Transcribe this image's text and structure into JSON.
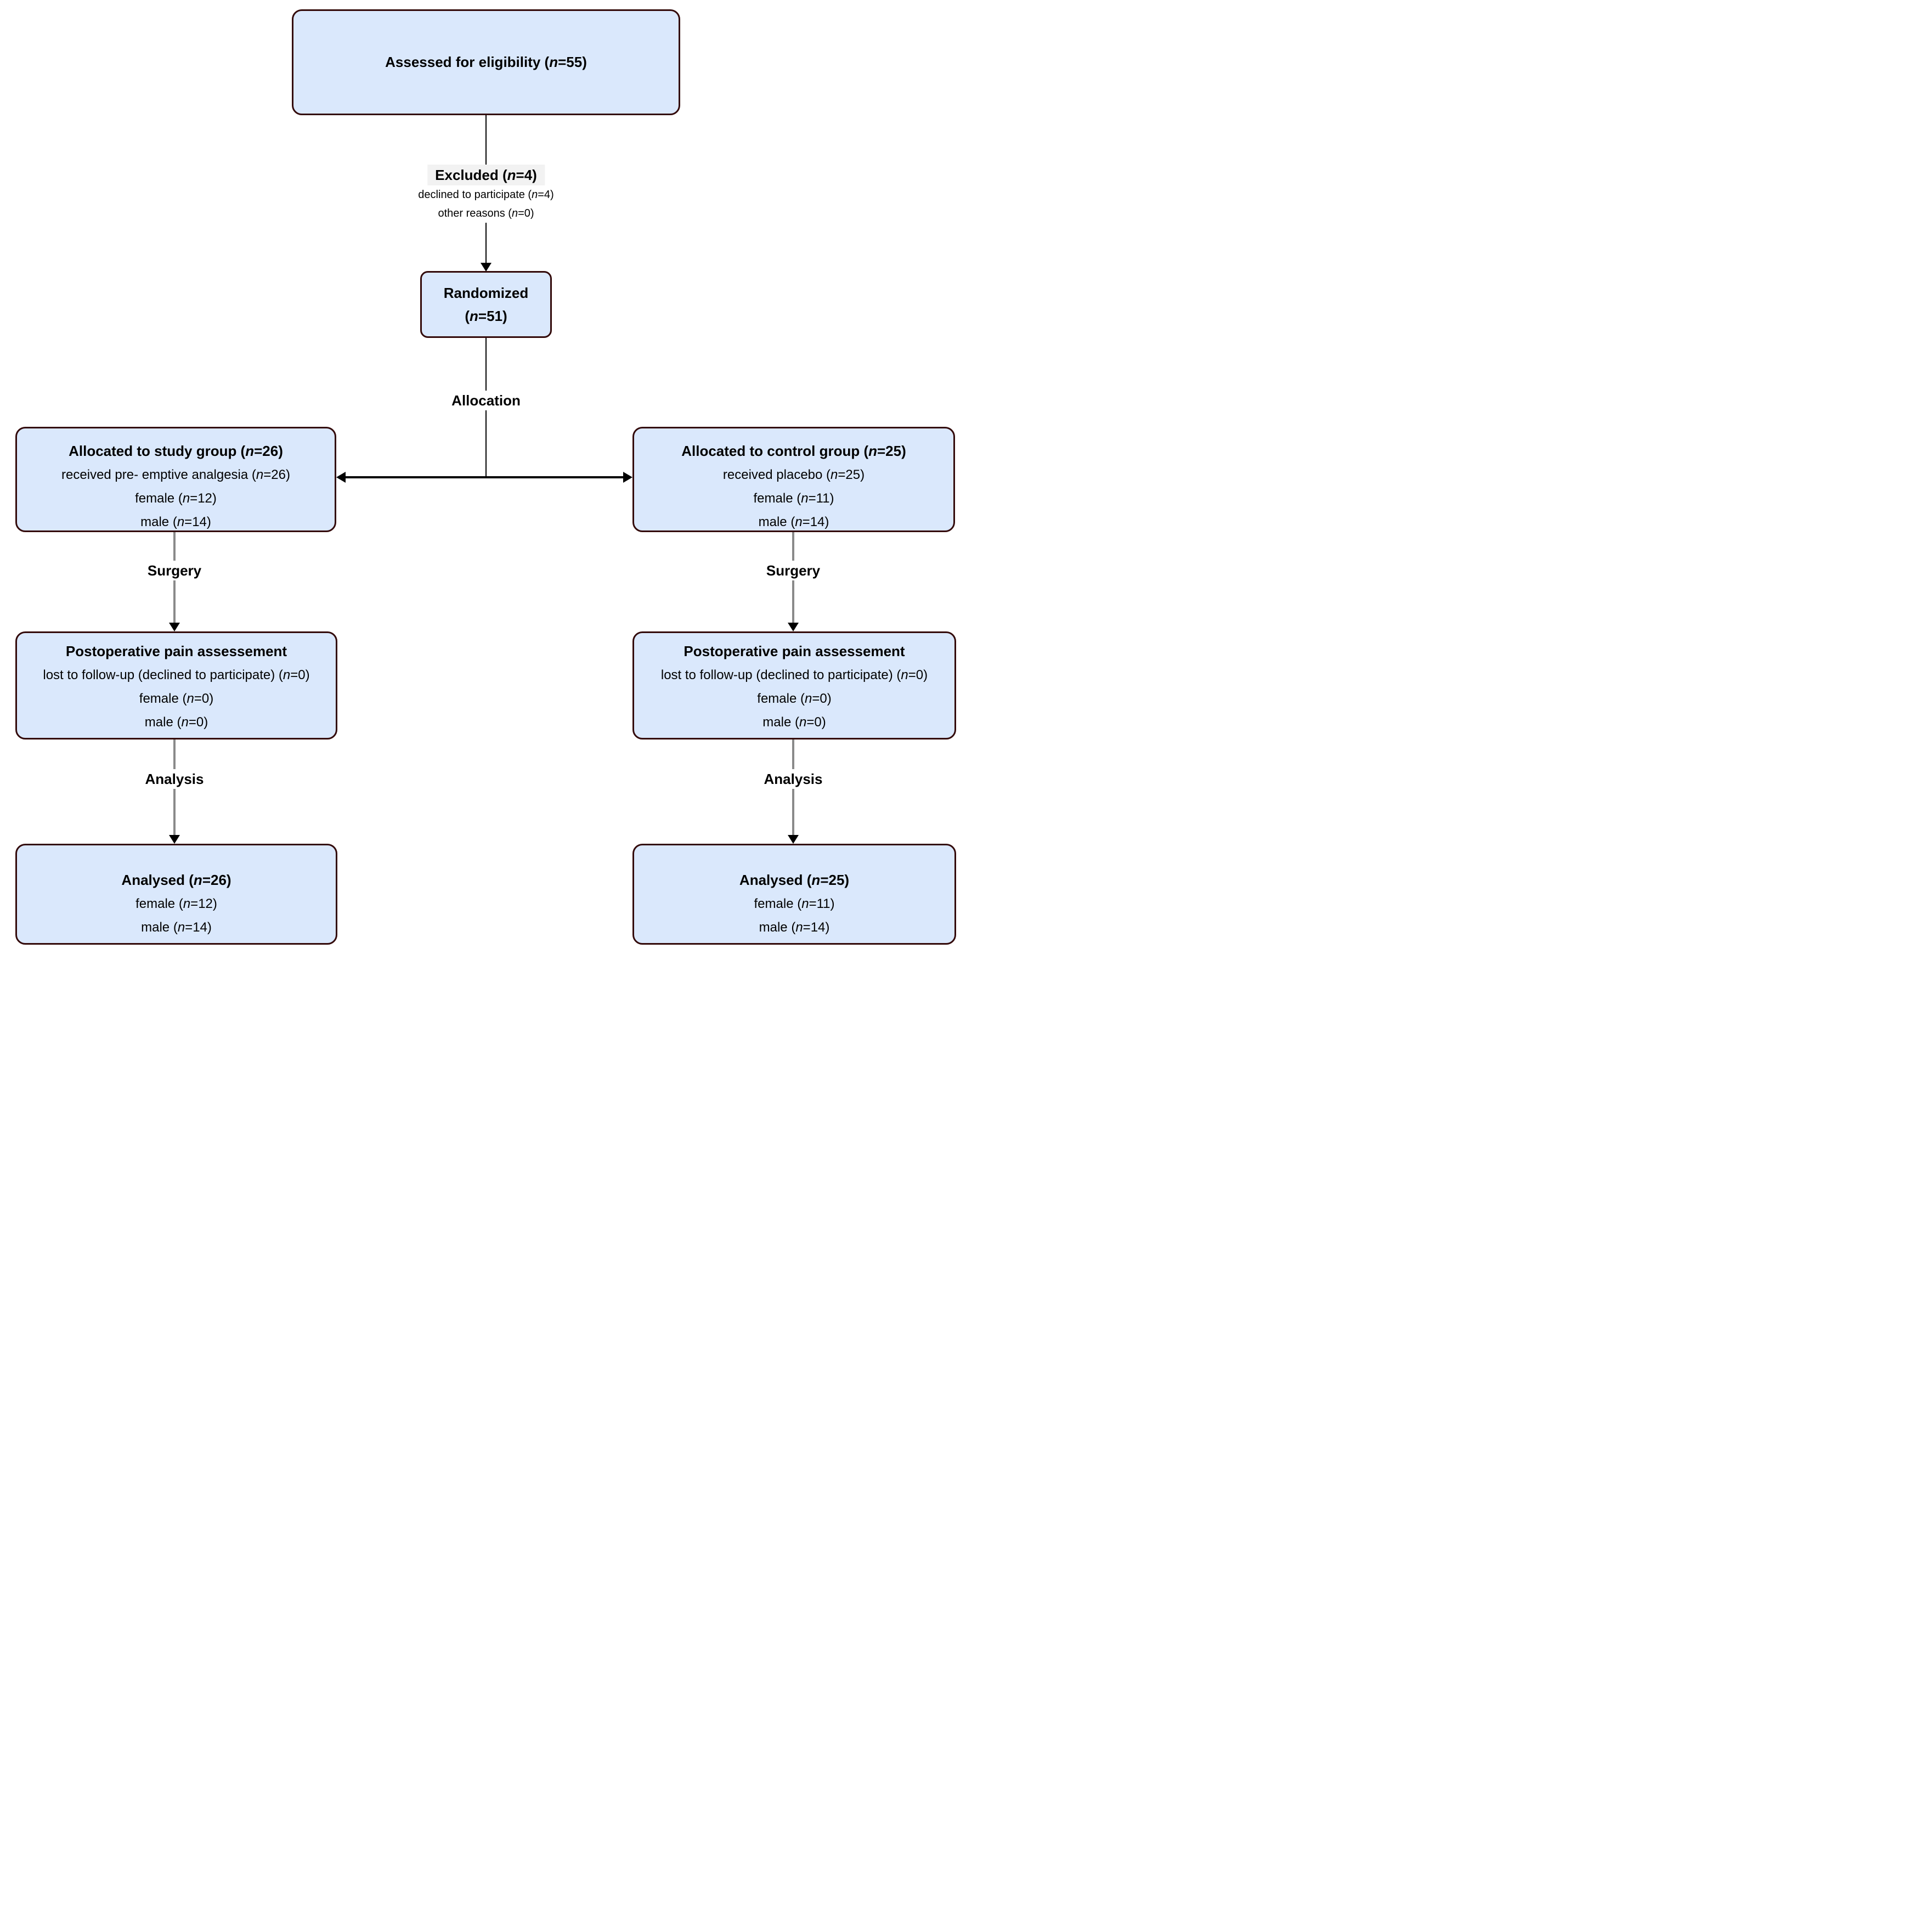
{
  "colors": {
    "box_fill": "#dae8fc",
    "box_border": "#330a0a",
    "connector_black": "#000000",
    "connector_gray": "#8a8a8a",
    "excluded_label_bg": "#f2f2f2",
    "text": "#000000"
  },
  "flow": {
    "eligibility_box": {
      "title": "Assessed for eligibility (<i>n</i>=55)"
    },
    "excluded_note": {
      "title": "Excluded (<i>n</i>=4)",
      "reasons": [
        "declined to participate (<i>n</i>=4)",
        "other reasons (<i>n</i>=0)"
      ]
    },
    "randomized_box": {
      "lines": [
        "Randomized",
        "(<i>n</i>=51)"
      ]
    },
    "stage_labels": {
      "allocation": "Allocation",
      "surgery": "Surgery",
      "analysis": "Analysis"
    },
    "study_group": {
      "allocated_box": {
        "title": "Allocated to study group (<i>n</i>=26)",
        "lines": [
          "received pre- emptive analgesia (<i>n</i>=26)",
          "female (<i>n</i>=12)",
          "male (<i>n</i>=14)"
        ]
      },
      "postop_box": {
        "title": "Postoperative pain assessement",
        "lines": [
          "lost to follow-up (declined to participate) (<i>n</i>=0)",
          "female (<i>n</i>=0)",
          "male (<i>n</i>=0)"
        ]
      },
      "analysed_box": {
        "title": "Analysed (<i>n</i>=26)",
        "lines": [
          "female (<i>n</i>=12)",
          "male (<i>n</i>=14)"
        ]
      }
    },
    "control_group": {
      "allocated_box": {
        "title": "Allocated to control group (<i>n</i>=25)",
        "lines": [
          "received placebo (<i>n</i>=25)",
          "female (<i>n</i>=11)",
          "male (<i>n</i>=14)"
        ]
      },
      "postop_box": {
        "title": "Postoperative pain assessement",
        "lines": [
          "lost to follow-up (declined to participate) (<i>n</i>=0)",
          "female (<i>n</i>=0)",
          "male (<i>n</i>=0)"
        ]
      },
      "analysed_box": {
        "title": "Analysed (<i>n</i>=25)",
        "lines": [
          "female (<i>n</i>=11)",
          "male (<i>n</i>=14)"
        ]
      }
    }
  }
}
